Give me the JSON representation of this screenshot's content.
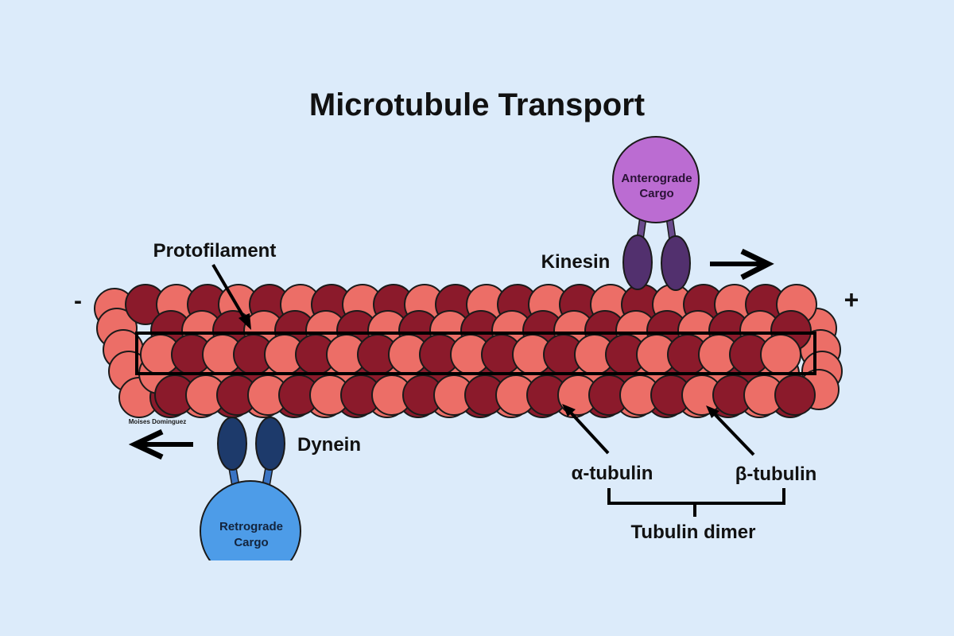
{
  "title": "Microtubule Transport",
  "labels": {
    "minus_end": "-",
    "plus_end": "+",
    "protofilament": "Protofilament",
    "kinesin": "Kinesin",
    "dynein": "Dynein",
    "alpha_tubulin": "α-tubulin",
    "beta_tubulin": "β-tubulin",
    "tubulin_dimer": "Tubulin dimer",
    "credit": "Moises Dominguez"
  },
  "cargo": {
    "anterograde": {
      "line1": "Anterograde",
      "line2": "Cargo"
    },
    "retrograde": {
      "line1": "Retrograde",
      "line2": "Cargo"
    }
  },
  "directions": {
    "anterograde": "right",
    "retrograde": "left"
  },
  "colors": {
    "background": "#dcebfa",
    "alpha_tubulin": "#8b1a2b",
    "beta_tubulin": "#ec6e67",
    "kinesin": "#52306e",
    "kinesin_stalk": "#6a4a8c",
    "anterograde_cargo": "#bb6cd2",
    "dynein": "#1d3a6b",
    "dynein_stalk": "#3a74c4",
    "retrograde_cargo": "#4d9ce8",
    "outline": "#1a1a1a"
  }
}
